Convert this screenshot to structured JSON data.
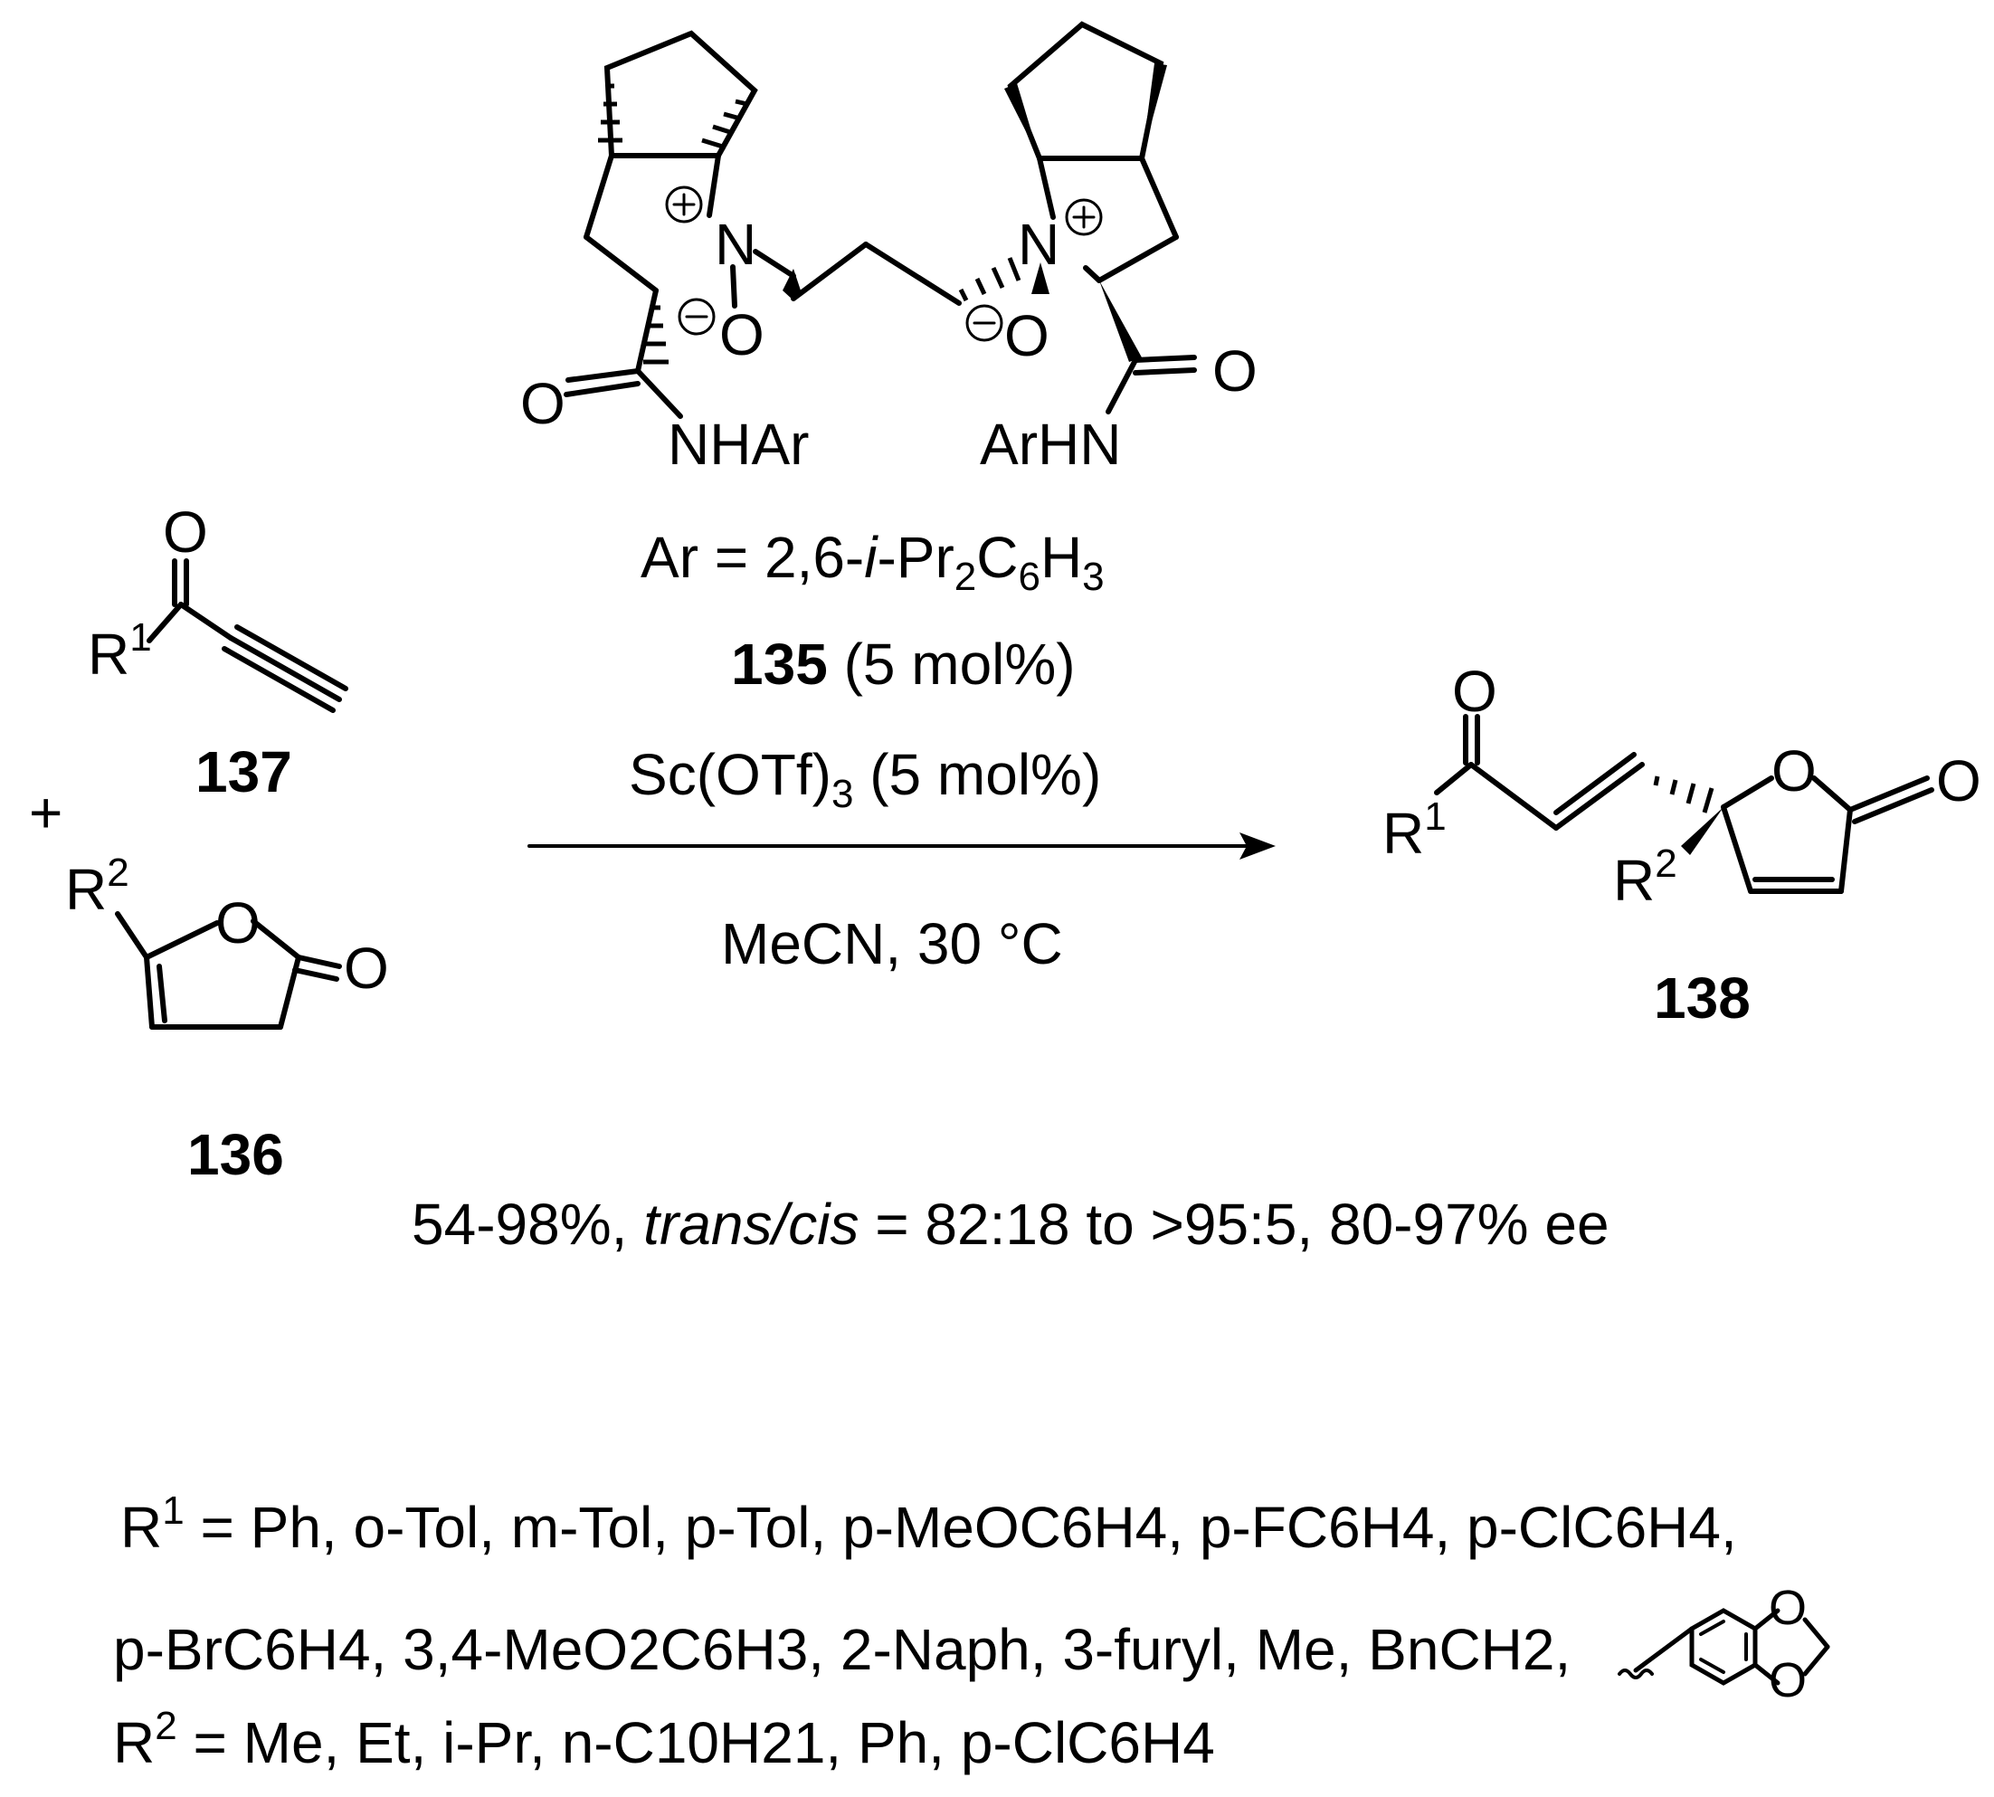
{
  "catalyst": {
    "left_carbonyl_O": "O",
    "left_amide": "NHAr",
    "left_N": "N",
    "left_O": "O",
    "right_N": "N",
    "right_O": "O",
    "right_carbonyl_O": "O",
    "right_amide": "ArHN",
    "charge_plus": "+",
    "charge_minus": "−",
    "ar_def": {
      "prefix": "Ar = 2,6-",
      "italic": "i",
      "mid": "-Pr",
      "sub1": "2",
      "c": "C",
      "sub2": "6",
      "h": "H",
      "sub3": "3"
    },
    "number": "135",
    "loading": "(5 mol%)"
  },
  "conditions": {
    "lewis_acid_main": "Sc(OTf)",
    "lewis_acid_sub": "3",
    "lewis_acid_loading": " (5 mol%)",
    "solvent_temp": "MeCN, 30 °C"
  },
  "ynone": {
    "O": "O",
    "R": "R",
    "R_sup": "1",
    "number": "137"
  },
  "plus": "+",
  "furanone": {
    "R": "R",
    "R_sup": "2",
    "ring_O": "O",
    "exo_O": "O",
    "number": "136"
  },
  "product": {
    "ketone_O": "O",
    "R1": "R",
    "R1_sup": "1",
    "ring_O": "O",
    "exo_O": "O",
    "R2": "R",
    "R2_sup": "2",
    "number": "138"
  },
  "result": {
    "yield": "54-98%, ",
    "trans_cis": "trans/cis",
    "rest": " = 82:18 to >95:5, 80-97% ee"
  },
  "scope": {
    "r1_line1": {
      "R": "R",
      "sup": "1",
      "text": " = Ph, o-Tol, m-Tol, p-Tol, p-MeOC6H4, p-FC6H4, p-ClC6H4,"
    },
    "r1_line2": {
      "text": "p-BrC6H4, 3,4-MeO2C6H3, 2-Naph, 3-furyl, Me, BnCH2,",
      "dioxole_O1": "O",
      "dioxole_O2": "O"
    },
    "r2_line": {
      "R": "R",
      "sup": "2",
      "text": " = Me, Et, i-Pr, n-C10H21, Ph, p-ClC6H4"
    }
  }
}
